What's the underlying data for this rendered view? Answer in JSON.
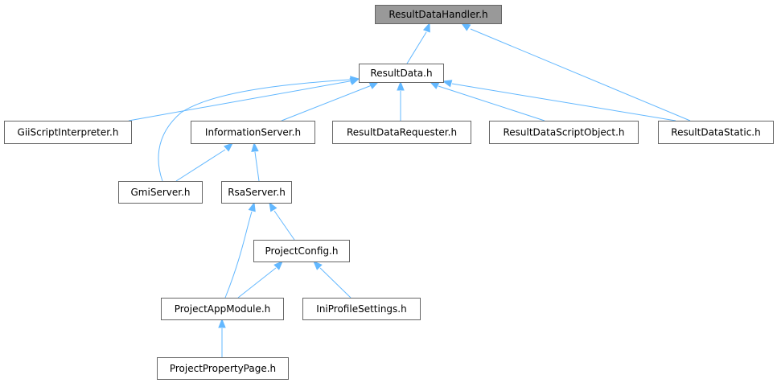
{
  "nodes": [
    {
      "id": "n0",
      "label": "ResultDataHandler.h",
      "root": true
    },
    {
      "id": "n1",
      "label": "ResultData.h"
    },
    {
      "id": "n2",
      "label": "GiiScriptInterpreter.h"
    },
    {
      "id": "n3",
      "label": "InformationServer.h"
    },
    {
      "id": "n4",
      "label": "ResultDataRequester.h"
    },
    {
      "id": "n5",
      "label": "ResultDataScriptObject.h"
    },
    {
      "id": "n6",
      "label": "ResultDataStatic.h"
    },
    {
      "id": "n7",
      "label": "GmiServer.h"
    },
    {
      "id": "n8",
      "label": "RsaServer.h"
    },
    {
      "id": "n9",
      "label": "ProjectConfig.h"
    },
    {
      "id": "n10",
      "label": "ProjectAppModule.h"
    },
    {
      "id": "n11",
      "label": "IniProfileSettings.h"
    },
    {
      "id": "n12",
      "label": "ProjectPropertyPage.h"
    }
  ],
  "edges": [
    {
      "from": "n1",
      "to": "n0"
    },
    {
      "from": "n6",
      "to": "n0"
    },
    {
      "from": "n2",
      "to": "n1"
    },
    {
      "from": "n3",
      "to": "n1"
    },
    {
      "from": "n4",
      "to": "n1"
    },
    {
      "from": "n5",
      "to": "n1"
    },
    {
      "from": "n6",
      "to": "n1"
    },
    {
      "from": "n7",
      "to": "n1"
    },
    {
      "from": "n7",
      "to": "n3"
    },
    {
      "from": "n8",
      "to": "n3"
    },
    {
      "from": "n9",
      "to": "n8"
    },
    {
      "from": "n10",
      "to": "n8"
    },
    {
      "from": "n10",
      "to": "n9"
    },
    {
      "from": "n11",
      "to": "n9"
    },
    {
      "from": "n12",
      "to": "n10"
    }
  ],
  "colors": {
    "edge": "#63b8ff",
    "node_border": "#666666",
    "root_fill": "#999999",
    "node_fill": "#ffffff"
  }
}
